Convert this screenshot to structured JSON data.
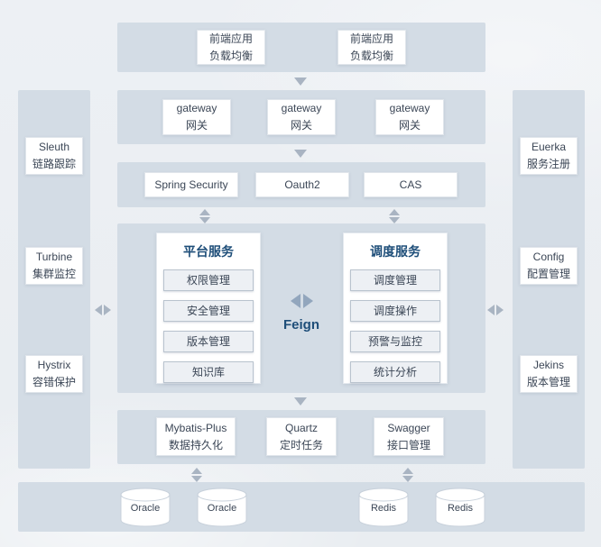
{
  "colors": {
    "accent": "#1e4e79",
    "band": "#d3dce5",
    "arrow": "#a9b4c2"
  },
  "frontend_band": {
    "boxes": [
      {
        "line1": "前端应用",
        "line2": "负载均衡"
      },
      {
        "line1": "前端应用",
        "line2": "负载均衡"
      }
    ]
  },
  "gateway_band": {
    "boxes": [
      {
        "line1": "gateway",
        "line2": "网关"
      },
      {
        "line1": "gateway",
        "line2": "网关"
      },
      {
        "line1": "gateway",
        "line2": "网关"
      }
    ]
  },
  "security_band": {
    "boxes": [
      {
        "label": "Spring Security"
      },
      {
        "label": "Oauth2"
      },
      {
        "label": "CAS"
      }
    ]
  },
  "core": {
    "platform": {
      "title": "平台服务",
      "items": [
        "权限管理",
        "安全管理",
        "版本管理",
        "知识库"
      ]
    },
    "schedule": {
      "title": "调度服务",
      "items": [
        "调度管理",
        "调度操作",
        "预警与监控",
        "统计分析"
      ]
    },
    "feign": "Feign"
  },
  "middleware_band": {
    "boxes": [
      {
        "line1": "Mybatis-Plus",
        "line2": "数据持久化"
      },
      {
        "line1": "Quartz",
        "line2": "定时任务"
      },
      {
        "line1": "Swagger",
        "line2": "接口管理"
      }
    ]
  },
  "database_band": {
    "items": [
      "Oracle",
      "Oracle",
      "Redis",
      "Redis"
    ]
  },
  "left_sidebar": {
    "boxes": [
      {
        "line1": "Sleuth",
        "line2": "链路跟踪"
      },
      {
        "line1": "Turbine",
        "line2": "集群监控"
      },
      {
        "line1": "Hystrix",
        "line2": "容错保护"
      }
    ]
  },
  "right_sidebar": {
    "boxes": [
      {
        "line1": "Euerka",
        "line2": "服务注册"
      },
      {
        "line1": "Config",
        "line2": "配置管理"
      },
      {
        "line1": "Jekins",
        "line2": "版本管理"
      }
    ]
  }
}
